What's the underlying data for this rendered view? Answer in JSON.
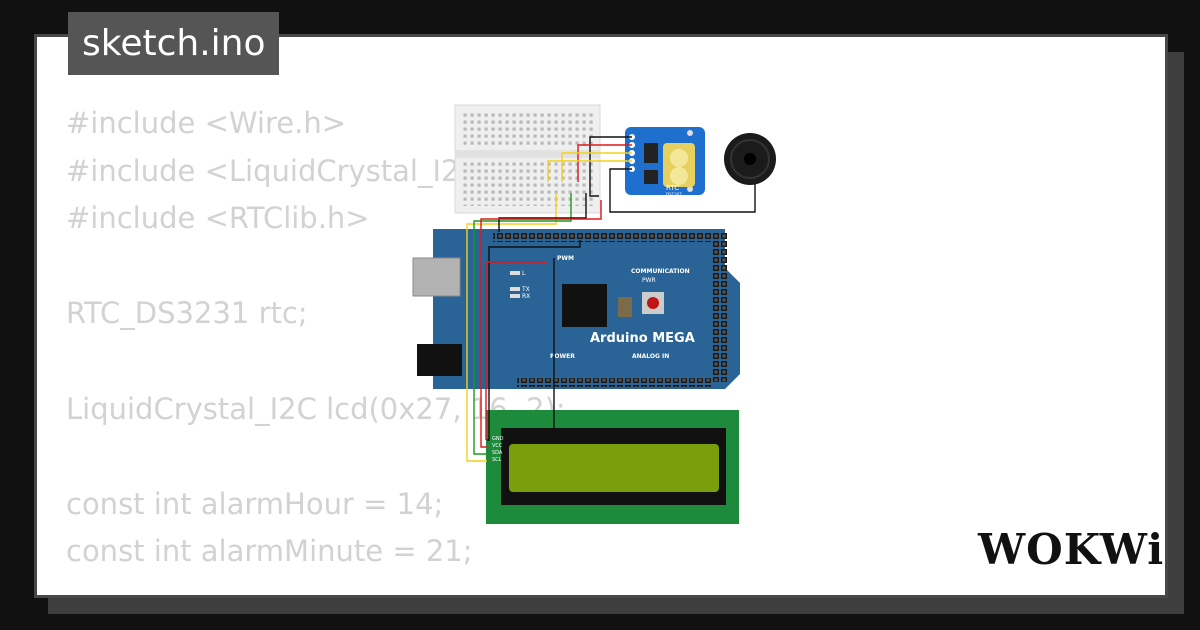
{
  "window": {
    "file_tab": "sketch.ino"
  },
  "editor": {
    "lines": [
      "#include <Wire.h>",
      "#include <LiquidCrystal_I2C.h>",
      "#include <RTClib.h>",
      "",
      "RTC_DS3231 rtc;",
      "",
      "LiquidCrystal_I2C lcd(0x27, 16, 2);",
      "",
      "const int alarmHour = 14;",
      "const int alarmMinute = 21;"
    ]
  },
  "board": {
    "name": "Arduino MEGA",
    "power_header": "POWER",
    "analog_header": "ANALOG IN",
    "pwm_label": "PWM",
    "comm_label": "COMMUNICATION",
    "pwr_label": "PWR",
    "led_l": "L",
    "led_tx": "TX",
    "led_rx": "RX"
  },
  "rtc": {
    "label": "RTC",
    "chip": "DS1307"
  },
  "lcd": {
    "pins": [
      "GND",
      "VCC",
      "SDA",
      "SCL"
    ]
  },
  "brand": {
    "logo_text": "WOKWi"
  },
  "colors": {
    "board_blue": "#2a6496",
    "rtc_blue": "#1f6fce",
    "lcd_green": "#1d8a3c",
    "lcd_screen": "#7a9f0c",
    "wire_red": "#e01818",
    "wire_yellow": "#f2d21a",
    "wire_green": "#1c9a1c",
    "wire_black": "#111111"
  }
}
